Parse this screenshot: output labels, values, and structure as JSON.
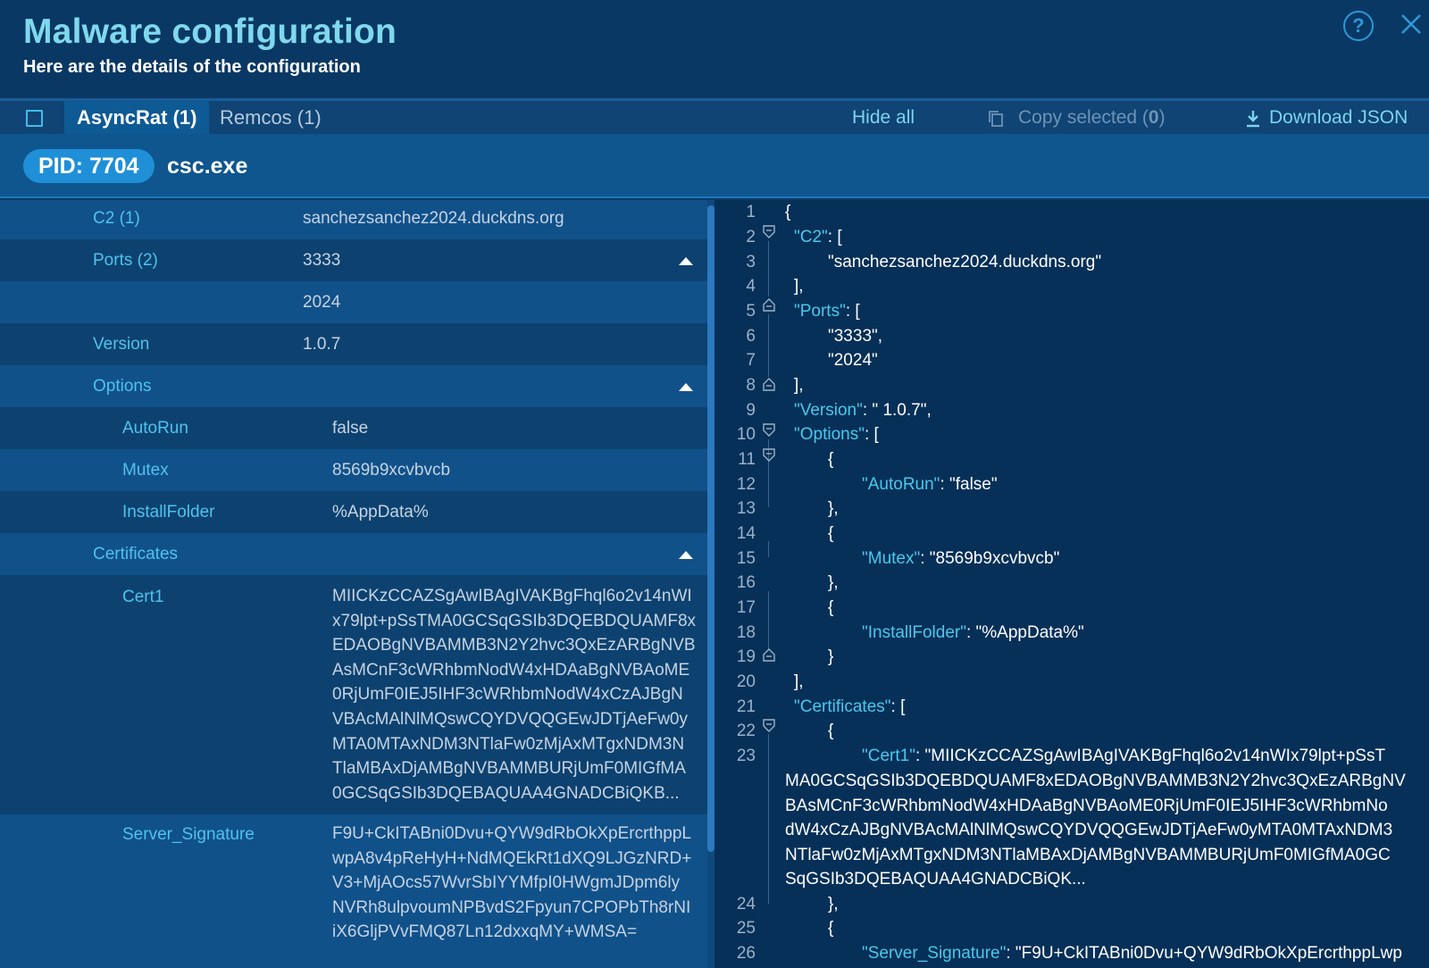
{
  "header": {
    "title": "Malware configuration",
    "subtitle": "Here are the details of the configuration"
  },
  "tabs": [
    {
      "label": "AsyncRat (1)",
      "active": true
    },
    {
      "label": "Remcos (1)",
      "active": false
    }
  ],
  "toolbar": {
    "hide_all": "Hide all",
    "copy_selected_label": "Copy selected (",
    "copy_selected_count": "0",
    "copy_selected_close": ")",
    "download_json": "Download JSON"
  },
  "process": {
    "pid_label": "PID: 7704",
    "name": "csc.exe"
  },
  "config": {
    "c2_key": "C2 (1)",
    "c2_value": "sanchezsanchez2024.duckdns.org",
    "ports_key": "Ports (2)",
    "ports_values": [
      "3333",
      "2024"
    ],
    "version_key": "Version",
    "version_value": "1.0.7",
    "options_key": "Options",
    "options": [
      {
        "key": "AutoRun",
        "value": "false"
      },
      {
        "key": "Mutex",
        "value": "8569b9xcvbvcb"
      },
      {
        "key": "InstallFolder",
        "value": "%AppData%"
      }
    ],
    "certificates_key": "Certificates",
    "cert1_key": "Cert1",
    "cert1_lines": [
      "MIICKzCCAZSgAwIBAgIVAKBgFhql6o2v14nWI",
      "x79lpt+pSsTMA0GCSqGSIb3DQEBDQUAMF8x",
      "EDAOBgNVBAMMB3N2Y2hvc3QxEzARBgNVB",
      "AsMCnF3cWRhbmNodW4xHDAaBgNVBAoME",
      "0RjUmF0IEJ5IHF3cWRhbmNodW4xCzAJBgN",
      "VBAcMAlNlMQswCQYDVQQGEwJDTjAeFw0y",
      "MTA0MTAxNDM3NTlaFw0zMjAxMTgxNDM3N",
      "TlaMBAxDjAMBgNVBAMMBURjUmF0MIGfMA",
      "0GCSqGSIb3DQEBAQUAA4GNADCBiQKB..."
    ],
    "server_signature_key": "Server_Signature",
    "server_signature_lines": [
      "F9U+CkITABni0Dvu+QYW9dRbOkXpErcrthppL",
      "wpA8v4pReHyH+NdMQEkRt1dXQ9LJGzNRD+",
      "V3+MjAOcs57WvrSbIYYMfpI0HWgmJDpm6ly",
      "NVRh8ulpvoumNPBvdS2Fpyun7CPOPbTh8rNI",
      "iX6GljPVvFMQ87Ln12dxxqMY+WMSA="
    ]
  },
  "json_view": {
    "line_numbers": [
      "1",
      "2",
      "3",
      "4",
      "5",
      "6",
      "7",
      "8",
      "9",
      "10",
      "11",
      "12",
      "13",
      "14",
      "15",
      "16",
      "17",
      "18",
      "19",
      "20",
      "21",
      "22",
      "23",
      "24",
      "25",
      "26"
    ],
    "l1": "{",
    "l2_key": "\"C2\"",
    "l2_rest": ": [",
    "l3": "\"sanchezsanchez2024.duckdns.org\"",
    "l4": "],",
    "l5_key": "\"Ports\"",
    "l5_rest": ": [",
    "l6": "\"3333\",",
    "l7": "\"2024\"",
    "l8": "],",
    "l9_key": "\"Version\"",
    "l9_rest": ": \" 1.0.7\",",
    "l10_key": "\"Options\"",
    "l10_rest": ": [",
    "l11": "{",
    "l12_key": "\"AutoRun\"",
    "l12_rest": ": \"false\"",
    "l13": "},",
    "l14": "{",
    "l15_key": "\"Mutex\"",
    "l15_rest": ": \"8569b9xcvbvcb\"",
    "l16": "},",
    "l17": "{",
    "l18_key": "\"InstallFolder\"",
    "l18_rest": ": \"%AppData%\"",
    "l19": "}",
    "l20": "],",
    "l21_key": "\"Certificates\"",
    "l21_rest": ": [",
    "l22": "{",
    "l23_key": "\"Cert1\"",
    "l23_rest": ": \"MIICKzCCAZSgAwIBAgIVAKBgFhql6o2v14nWIx79lpt+pSsT",
    "l23_wrap": [
      "MA0GCSqGSIb3DQEBDQUAMF8xEDAOBgNVBAMMB3N2Y2hvc3QxEzARBgNV",
      "BAsMCnF3cWRhbmNodW4xHDAaBgNVBAoME0RjUmF0IEJ5IHF3cWRhbmNo",
      "dW4xCzAJBgNVBAcMAlNlMQswCQYDVQQGEwJDTjAeFw0yMTA0MTAxNDM3",
      "NTlaFw0zMjAxMTgxNDM3NTlaMBAxDjAMBgNVBAMMBURjUmF0MIGfMA0GC",
      "SqGSIb3DQEBAQUAA4GNADCBiQK..."
    ],
    "l24": "},",
    "l25": "{",
    "l26_key": "\"Server_Signature\"",
    "l26_rest": ": \"F9U+CkITABni0Dvu+QYW9dRbOkXpErcrthppLwp"
  }
}
